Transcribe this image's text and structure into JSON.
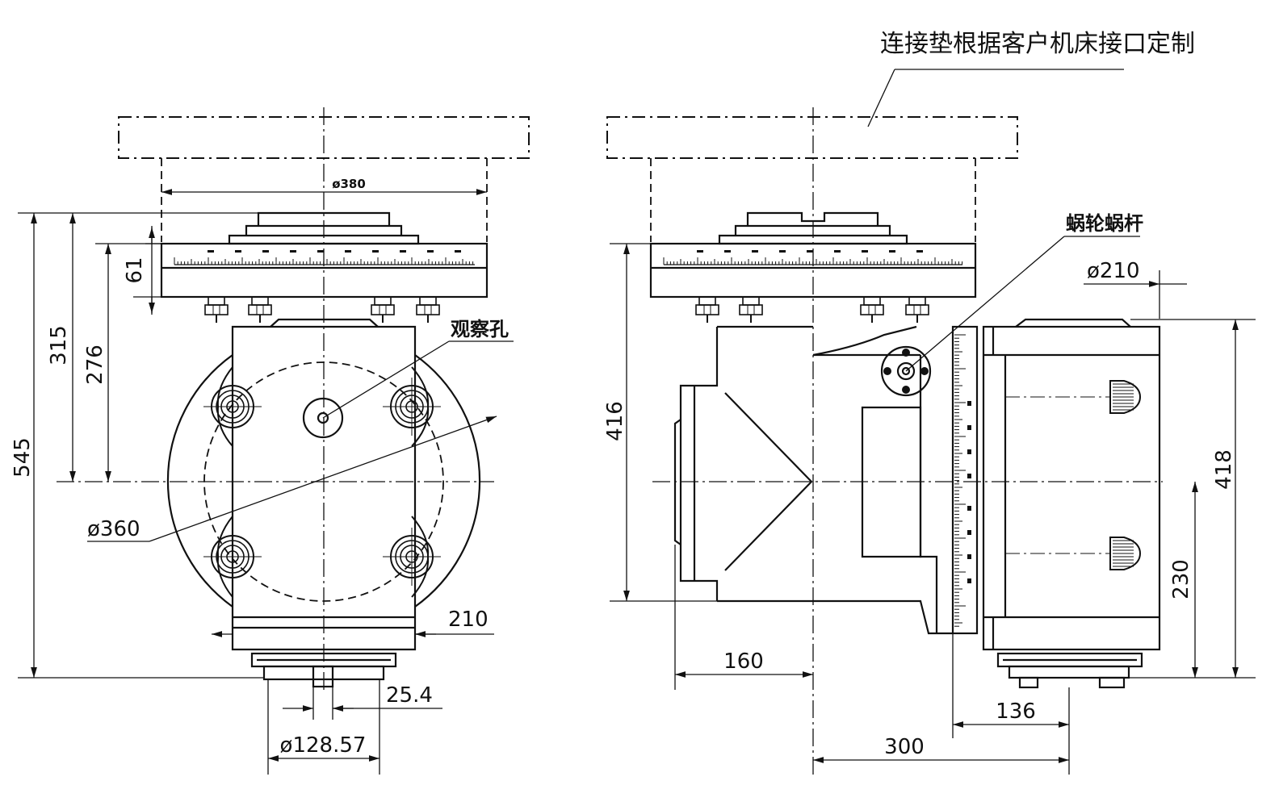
{
  "notes": {
    "custom_pad": "连接垫根据客户机床接口定制",
    "observation_hole": "观察孔",
    "worm_gear": "蜗轮蜗杆"
  },
  "front_view": {
    "dim_top_dia": "ø380",
    "dim_61": "61",
    "dim_315": "315",
    "dim_276": "276",
    "dim_545": "545",
    "dim_dia360": "ø360",
    "dim_210": "210",
    "dim_25_4": "25.4",
    "dim_dia128": "ø128.57"
  },
  "side_view": {
    "dim_416": "416",
    "dim_dia210": "ø210",
    "dim_418": "418",
    "dim_230": "230",
    "dim_160": "160",
    "dim_136": "136",
    "dim_300": "300"
  }
}
